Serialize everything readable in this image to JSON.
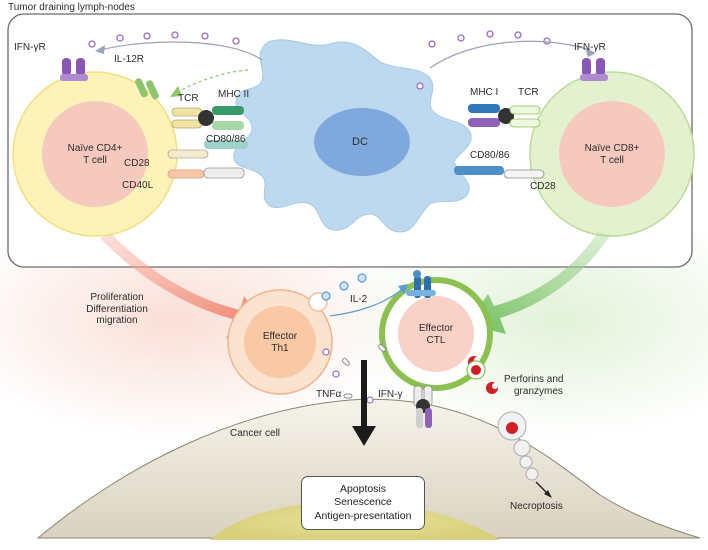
{
  "title": "Tumor draining lymph-nodes",
  "cells": {
    "dc": "DC",
    "naive_cd4": [
      "Naïve CD4+",
      "T cell"
    ],
    "naive_cd8": [
      "Naïve CD8+",
      "T cell"
    ],
    "effector_th1": [
      "Effector",
      "Th1"
    ],
    "effector_ctl": [
      "Effector",
      "CTL"
    ],
    "cancer": "Cancer cell"
  },
  "receptors": {
    "ifngr_left": "IFN-γR",
    "il12r": "IL-12R",
    "tcr_left": "TCR",
    "mhc2": "MHC II",
    "cd80_left": "CD80/86",
    "cd28_left": "CD28",
    "cd40l": "CD40L",
    "ifngr_right": "IFN-γR",
    "mhc1": "MHC I",
    "tcr_right": "TCR",
    "cd80_right": "CD80/86",
    "cd28_right": "CD28"
  },
  "annotations": {
    "cd4_process": [
      "Proliferation",
      "Differentiation",
      "migration"
    ],
    "il2": "IL-2",
    "tnfa": "TNFα",
    "ifng": "IFN-γ",
    "perforins": [
      "Perforins and",
      "granzymes"
    ],
    "necroptosis": "Necroptosis"
  },
  "outcomes": [
    "Apoptosis",
    "Senescence",
    "Antigen-presentation"
  ],
  "colors": {
    "dc_fill": "#bcd9ef",
    "cd4_fill": "#fdf2b8",
    "cd8_fill": "#e3f1cf",
    "th1_fill": "#f9c9a5",
    "ctl_ring": "#8cc152",
    "arrow_red": "#f08a74",
    "arrow_green": "#7fc46e",
    "cytokine_dot": "#9b6cc2",
    "granzyme": "#d21f26"
  }
}
